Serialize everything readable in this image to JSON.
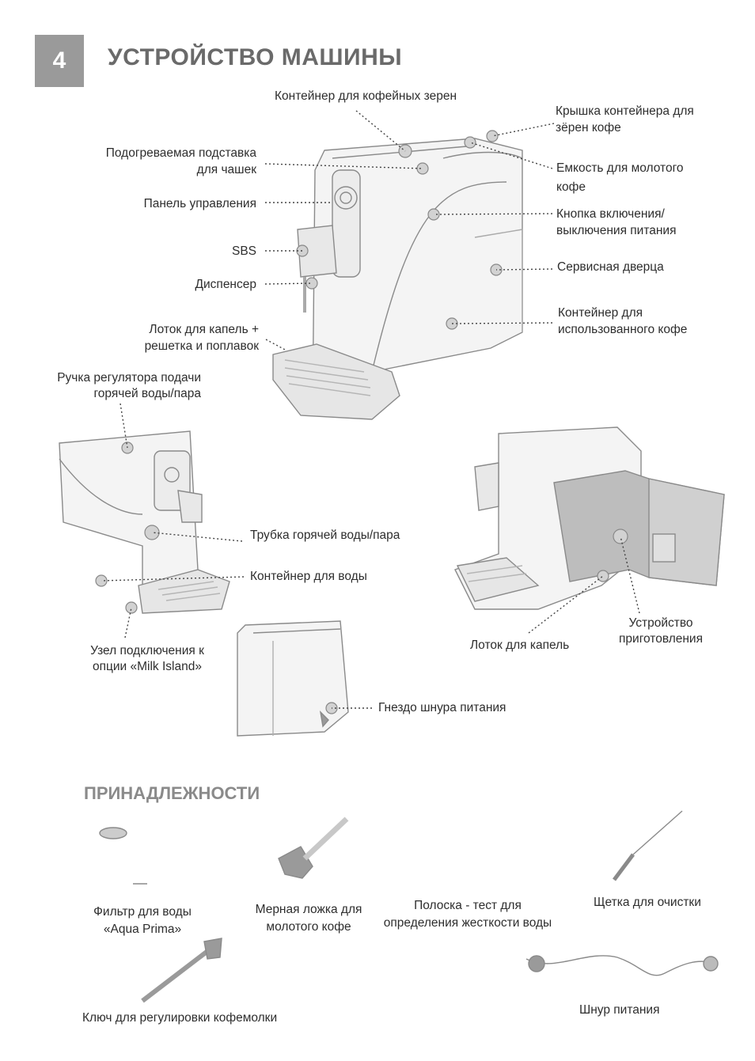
{
  "section": {
    "number": "4",
    "title": "УСТРОЙСТВО МАШИНЫ"
  },
  "callouts": {
    "bean_container": "Контейнер для кофейных зерен",
    "bean_lid_1": "Крышка контейнера для",
    "bean_lid_2": "зёрен кофе",
    "cup_warmer_1": "Подогреваемая подставка",
    "cup_warmer_2": "для чашек",
    "ground_coffee_1": "Емкость для молотого",
    "ground_coffee_2": "кофе",
    "control_panel": "Панель управления",
    "power_button_1": "Кнопка включения/",
    "power_button_2": "выключения питания",
    "sbs": "SBS",
    "service_door": "Сервисная дверца",
    "dispenser": "Диспенсер",
    "used_coffee_1": "Контейнер для",
    "used_coffee_2": "использованного кофе",
    "drip_tray_1": "Лоток для капель +",
    "drip_tray_2": "решетка и поплавок",
    "steam_knob_1": "Ручка регулятора подачи",
    "steam_knob_2": "горячей воды/пара",
    "steam_tube": "Трубка горячей воды/пара",
    "water_tank": "Контейнер для воды",
    "milk_island_1": "Узел подключения к",
    "milk_island_2": "опции «Milk Island»",
    "drip_tray_short": "Лоток для капель",
    "brew_group_1": "Устройство",
    "brew_group_2": "приготовления",
    "power_socket": "Гнездо шнура питания"
  },
  "accessories": {
    "title": "ПРИНАДЛЕЖНОСТИ",
    "water_filter_1": "Фильтр для воды",
    "water_filter_2": "«Aqua Prima»",
    "scoop_1": "Мерная ложка для",
    "scoop_2": "молотого кофе",
    "test_strip_1": "Полоска - тест для",
    "test_strip_2": "определения жесткости воды",
    "brush": "Щетка для очистки",
    "grinder_key": "Ключ для регулировки кофемолки",
    "power_cord": "Шнур питания"
  },
  "colors": {
    "header_box": "#9a9a9a",
    "title_text": "#6a6a6a",
    "line_art": "#7a7a7a",
    "leader": "#444444"
  }
}
